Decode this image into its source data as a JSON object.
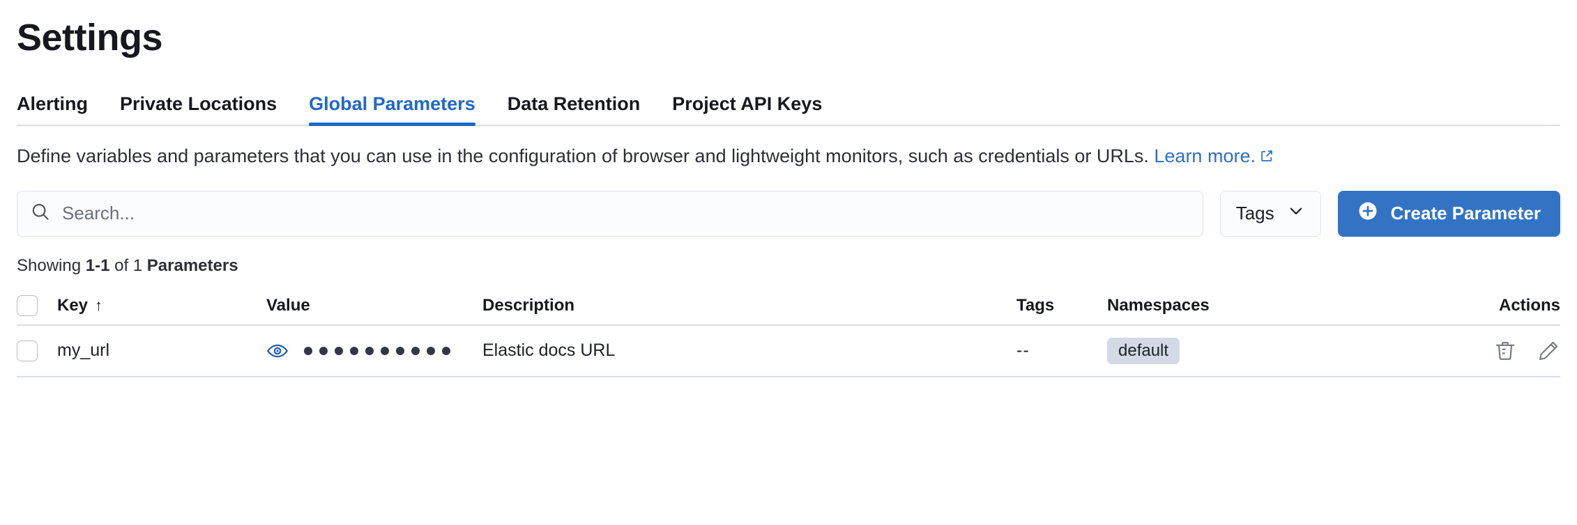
{
  "header": {
    "title": "Settings"
  },
  "tabs": [
    {
      "label": "Alerting",
      "active": false
    },
    {
      "label": "Private Locations",
      "active": false
    },
    {
      "label": "Global Parameters",
      "active": true
    },
    {
      "label": "Data Retention",
      "active": false
    },
    {
      "label": "Project API Keys",
      "active": false
    }
  ],
  "description": {
    "text": "Define variables and parameters that you can use in the configuration of browser and lightweight monitors, such as credentials or URLs.",
    "link_text": "Learn more.",
    "link_icon": "external-link-icon"
  },
  "controls": {
    "search": {
      "placeholder": "Search...",
      "value": "",
      "icon": "search-icon"
    },
    "tags_filter": {
      "label": "Tags",
      "icon": "chevron-down-icon"
    },
    "create_button": {
      "label": "Create Parameter",
      "icon": "plus-circle-icon"
    }
  },
  "results": {
    "prefix": "Showing ",
    "range": "1-1",
    "middle": " of 1 ",
    "noun": "Parameters"
  },
  "table": {
    "columns": [
      {
        "label": "Key",
        "sort": "↑"
      },
      {
        "label": "Value"
      },
      {
        "label": "Description"
      },
      {
        "label": "Tags"
      },
      {
        "label": "Namespaces"
      },
      {
        "label": "Actions"
      }
    ],
    "rows": [
      {
        "selected": false,
        "key": "my_url",
        "value_masked": true,
        "value_dots": 10,
        "value_toggle_icon": "eye-icon",
        "description": "Elastic docs URL",
        "tags": "--",
        "namespaces": [
          "default"
        ],
        "actions": [
          "trash-icon",
          "pencil-icon"
        ]
      }
    ]
  },
  "colors": {
    "accent": "#3373c4",
    "link": "#2f6fc5",
    "tab_active": "#1f68c7",
    "badge_bg": "#d3dae6",
    "eye_icon": "#1f5fb0",
    "border": "#d9dde5",
    "text": "#1d2027"
  }
}
